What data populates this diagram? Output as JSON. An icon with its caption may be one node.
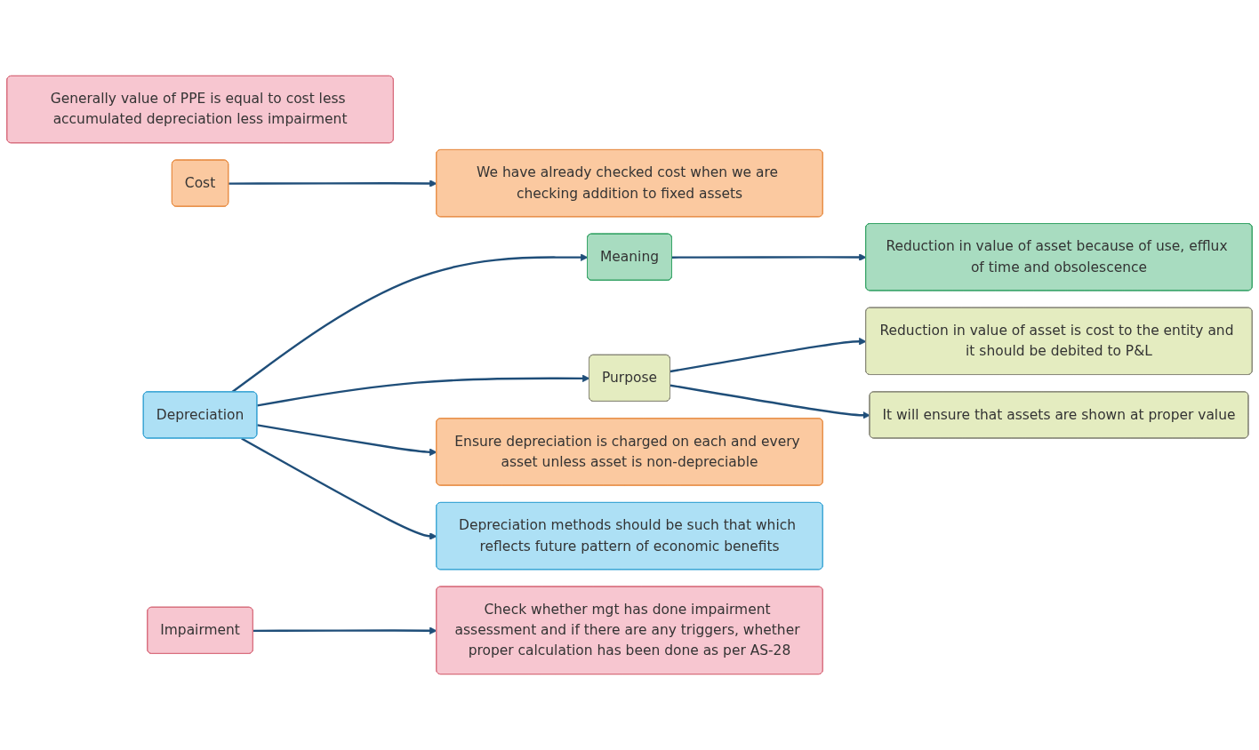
{
  "diagram": {
    "nodes": [
      {
        "text": [
          "Generally value of PPE is equal to cost less accumulated depreciation less impairment"
        ]
      },
      {
        "text": [
          "Cost"
        ]
      },
      {
        "text": [
          "We have already checked cost when we are checking addition to fixed assets"
        ]
      },
      {
        "text": [
          "Depreciation"
        ]
      },
      {
        "text": [
          "Meaning"
        ]
      },
      {
        "text": [
          "Reduction in value of asset because of use, efflux of time and obsolescence"
        ]
      },
      {
        "text": [
          "Purpose"
        ]
      },
      {
        "text": [
          "Reduction in value of asset is cost to the entity and it should be debited to P&L"
        ]
      },
      {
        "text": [
          "It will ensure that assets are shown at proper value"
        ]
      },
      {
        "text": [
          "Ensure depreciation is charged on each and every asset unless asset is non-depreciable"
        ]
      },
      {
        "text": [
          "Depreciation methods should be such that which reflects future pattern of economic benefits"
        ]
      },
      {
        "text": [
          "Impairment"
        ]
      },
      {
        "text": [
          "Check whether mgt has done impairment assessment and if there are any triggers, whether proper calculation has been done as per AS-28"
        ]
      }
    ],
    "edges": [
      {
        "from": 1,
        "to": 2,
        "arrow": "to"
      },
      {
        "from": 3,
        "to": 4,
        "arrow": "to"
      },
      {
        "from": 4,
        "to": 5,
        "arrow": "to"
      },
      {
        "from": 3,
        "to": 6,
        "arrow": "to"
      },
      {
        "from": 6,
        "to": 7,
        "arrow": "to"
      },
      {
        "from": 6,
        "to": 8,
        "arrow": "to"
      },
      {
        "from": 3,
        "to": 9,
        "arrow": "to"
      },
      {
        "from": 3,
        "to": 10,
        "arrow": "to"
      },
      {
        "from": 11,
        "to": 12,
        "arrow": "to"
      }
    ]
  }
}
